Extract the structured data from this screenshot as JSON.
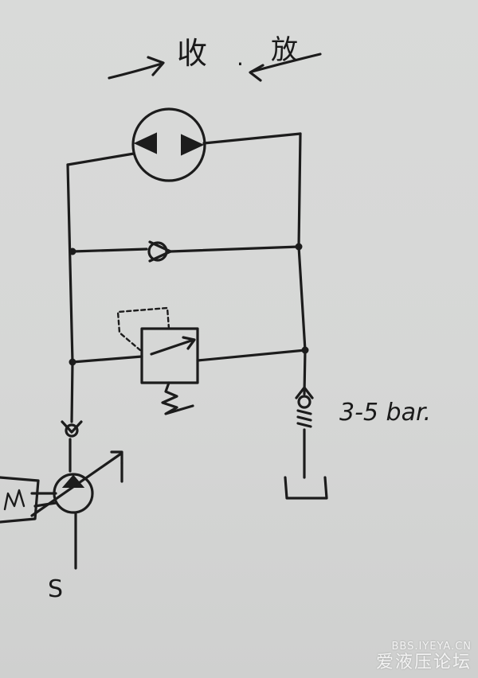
{
  "header": {
    "receive_label": "收",
    "separator": ".",
    "release_label": "放"
  },
  "labels": {
    "pressure": "3-5 bar.",
    "suction": "S",
    "motor": "M"
  },
  "watermark": {
    "url": "BBS.IYEYA.CN",
    "name": "爱液压论坛"
  }
}
